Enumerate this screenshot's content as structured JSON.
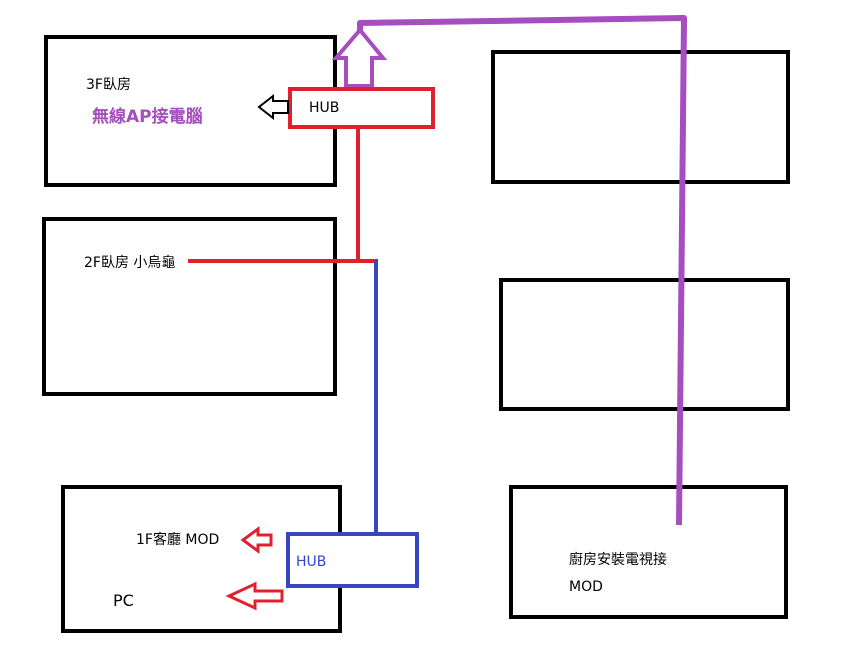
{
  "rooms": {
    "floor3": {
      "title": "3F臥房",
      "subtitle": "無線AP接電腦"
    },
    "floor2": {
      "title": "2F臥房 小烏龜"
    },
    "floor1": {
      "title": "1F客廳 MOD",
      "pc": "PC"
    },
    "kitchen": {
      "line1": "廚房安裝電視接",
      "line2": "MOD"
    }
  },
  "hubs": {
    "red": "HUB",
    "blue": "HUB"
  },
  "colors": {
    "red": "#e0202c",
    "blue": "#3a45c0",
    "purple": "#a64dbf",
    "black": "#000000"
  }
}
